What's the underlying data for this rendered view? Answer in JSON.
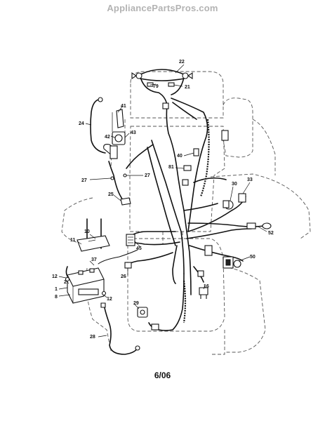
{
  "watermark": "AppliancePartsPros.com",
  "footer": "6/06",
  "callouts": {
    "c22": "22",
    "c79": "79",
    "c21": "21",
    "c41": "41",
    "c24": "24",
    "c42": "42",
    "c43": "43",
    "c40": "40",
    "c81": "81",
    "c33": "33",
    "c27a": "27",
    "c27b": "27",
    "c25": "25",
    "c30": "30",
    "c52": "52",
    "c10": "10",
    "c11": "11",
    "c45": "45",
    "c37": "37",
    "c12a": "12",
    "c2": "2",
    "c1": "1",
    "c8": "8",
    "c12b": "12",
    "c26": "26",
    "c16": "16",
    "c50": "50",
    "c29": "29",
    "c28": "28"
  }
}
